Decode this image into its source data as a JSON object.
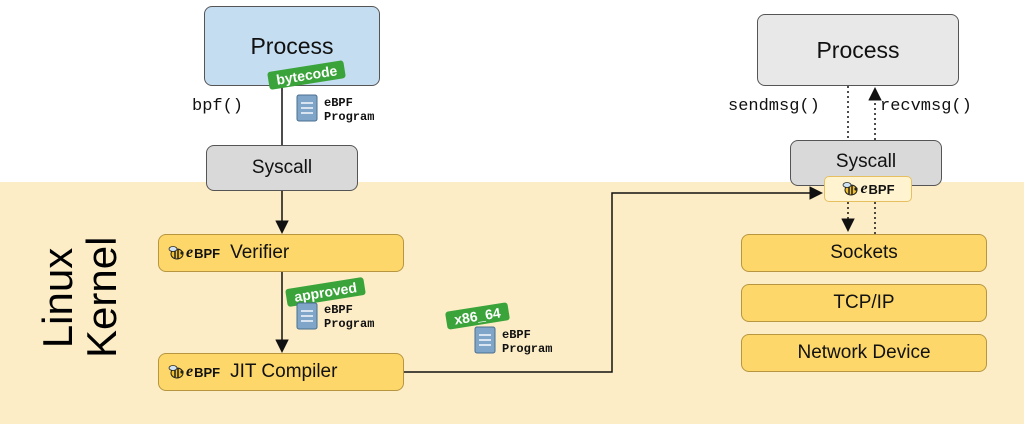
{
  "process_left": "Process",
  "process_right": "Process",
  "syscall_left": "Syscall",
  "syscall_right": "Syscall",
  "bpf_call": "bpf()",
  "sendmsg": "sendmsg()",
  "recvmsg": "recvmsg()",
  "tags": {
    "bytecode": "bytecode",
    "approved": "approved",
    "arch": "x86_64"
  },
  "program": {
    "line1": "eBPF",
    "line2": "Program"
  },
  "ebpf_logo_text": "BPF",
  "ebpf_logo_e": "e",
  "verifier": "Verifier",
  "jit": "JIT Compiler",
  "kernel": {
    "line1": "Linux",
    "line2": "Kernel"
  },
  "stack": {
    "sockets": "Sockets",
    "tcpip": "TCP/IP",
    "netdev": "Network Device"
  },
  "colors": {
    "kernel_bg": "#fcedc7",
    "kernel_box": "#fdd769",
    "process_blue": "#c5ddf1",
    "syscall_gray": "#d9d9d9",
    "tag_green": "#3aa33a"
  },
  "icons": [
    "document-icon",
    "bee-icon"
  ]
}
